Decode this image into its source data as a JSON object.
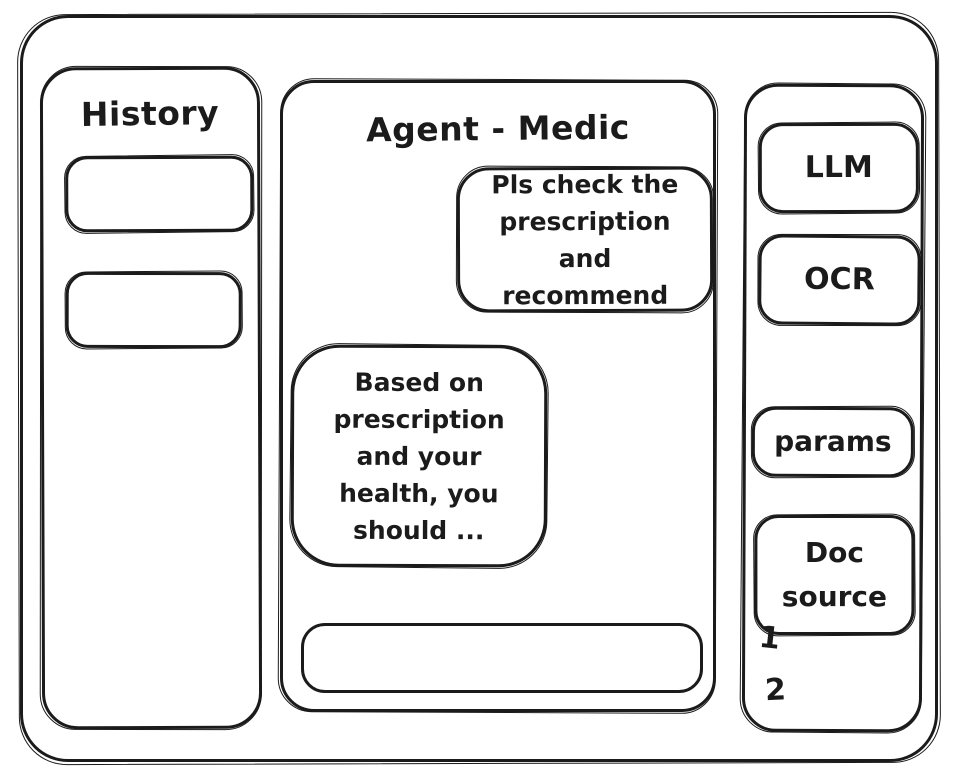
{
  "colors": {
    "stroke": "#1b1b1b",
    "background": "#ffffff"
  },
  "history": {
    "title": "History",
    "items": [
      {
        "label": ""
      },
      {
        "label": ""
      }
    ]
  },
  "chat": {
    "title": "Agent - Medic",
    "messages": [
      {
        "role": "user",
        "text": "Pls check the prescription and recommend"
      },
      {
        "role": "agent",
        "text": "Based on prescription and your health, you should ..."
      }
    ],
    "input": {
      "value": "",
      "placeholder": ""
    }
  },
  "tools": {
    "buttons": [
      {
        "id": "llm",
        "label": "LLM"
      },
      {
        "id": "ocr",
        "label": "OCR"
      },
      {
        "id": "params",
        "label": "params"
      },
      {
        "id": "doc-source",
        "label": "Doc source"
      }
    ],
    "doc_source_items": [
      {
        "label": "1"
      },
      {
        "label": "2"
      }
    ]
  }
}
